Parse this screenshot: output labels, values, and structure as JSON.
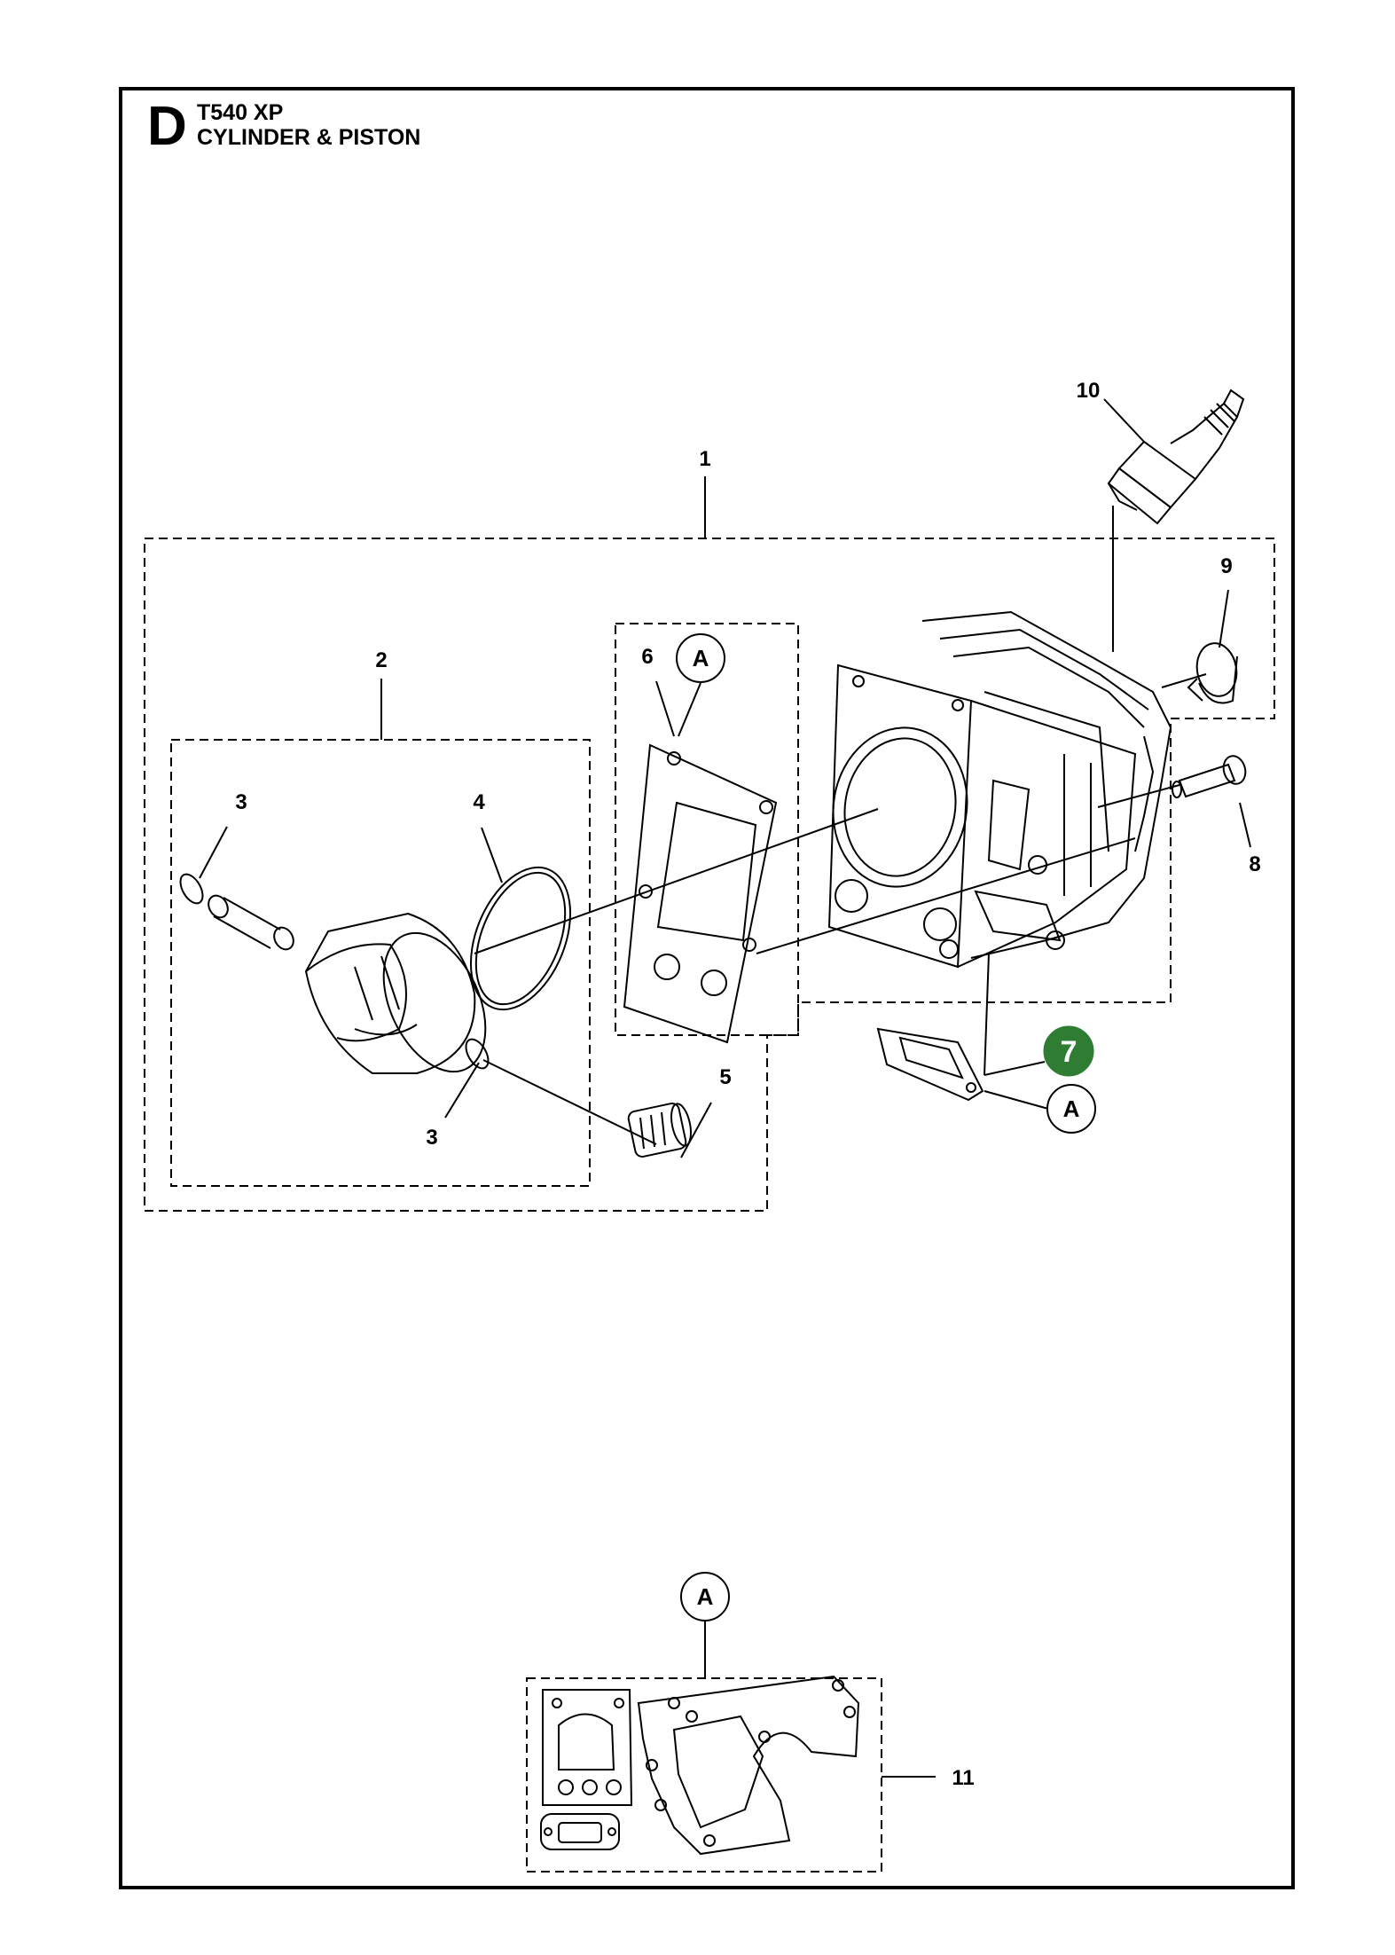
{
  "header": {
    "section_letter": "D",
    "model": "T540 XP",
    "title": "CYLINDER & PISTON"
  },
  "callouts": {
    "c1": "1",
    "c2": "2",
    "c3a": "3",
    "c3b": "3",
    "c4": "4",
    "c5": "5",
    "c6": "6",
    "c7": "7",
    "c8": "8",
    "c9": "9",
    "c10": "10",
    "c11": "11"
  },
  "ref_marker": "A",
  "colors": {
    "line": "#000000",
    "highlight": "#2e7d32"
  }
}
